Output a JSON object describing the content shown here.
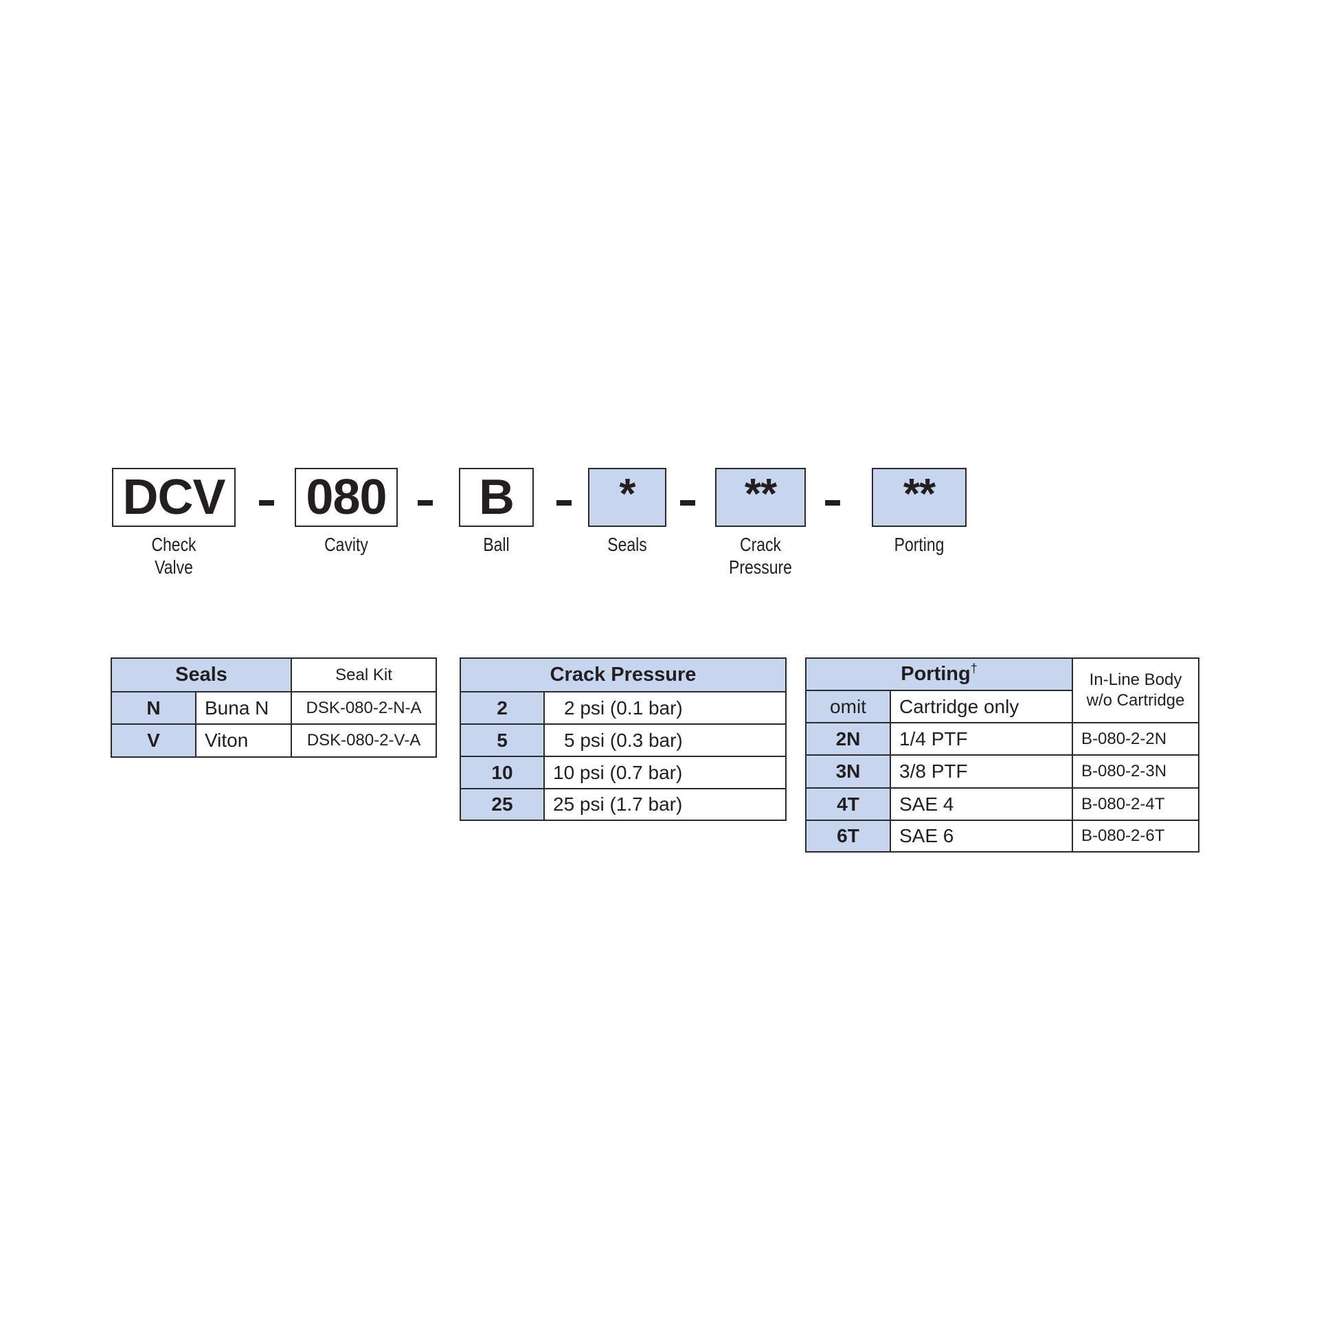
{
  "model_code": {
    "segments": [
      {
        "code": "DCV",
        "label_lines": [
          "Check",
          "Valve"
        ],
        "highlighted": false
      },
      {
        "code": "080",
        "label_lines": [
          "Cavity"
        ],
        "highlighted": false
      },
      {
        "code": "B",
        "label_lines": [
          "Ball"
        ],
        "highlighted": false
      },
      {
        "code": "*",
        "label_lines": [
          "Seals"
        ],
        "highlighted": true
      },
      {
        "code": "**",
        "label_lines": [
          "Crack",
          "Pressure"
        ],
        "highlighted": true
      },
      {
        "code": "**",
        "label_lines": [
          "Porting"
        ],
        "highlighted": true
      }
    ],
    "separator": "-"
  },
  "seals_table": {
    "header": "Seals",
    "kit_header": "Seal Kit",
    "rows": [
      {
        "code": "N",
        "material": "Buna N",
        "kit": "DSK-080-2-N-A"
      },
      {
        "code": "V",
        "material": "Viton",
        "kit": "DSK-080-2-V-A"
      }
    ]
  },
  "crack_table": {
    "header": "Crack Pressure",
    "rows": [
      {
        "code": "2",
        "value": "2 psi (0.1 bar)"
      },
      {
        "code": "5",
        "value": "5 psi (0.3 bar)"
      },
      {
        "code": "10",
        "value": "10 psi (0.7 bar)"
      },
      {
        "code": "25",
        "value": "25 psi (1.7 bar)"
      }
    ]
  },
  "porting_table": {
    "header": "Porting",
    "header_mark": "†",
    "body_header_lines": [
      "In-Line Body",
      "w/o Cartridge"
    ],
    "rows": [
      {
        "code": "omit",
        "description": "Cartridge only",
        "body": ""
      },
      {
        "code": "2N",
        "description": "1/4 PTF",
        "body": "B-080-2-2N"
      },
      {
        "code": "3N",
        "description": "3/8 PTF",
        "body": "B-080-2-3N"
      },
      {
        "code": "4T",
        "description": "SAE 4",
        "body": "B-080-2-4T"
      },
      {
        "code": "6T",
        "description": "SAE 6",
        "body": "B-080-2-6T"
      }
    ]
  },
  "colors": {
    "highlight": "#c7d5ee",
    "border": "#2b2b2b",
    "text": "#231f20"
  }
}
